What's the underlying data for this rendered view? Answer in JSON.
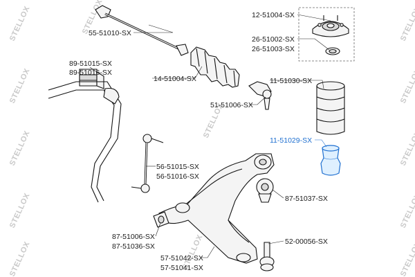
{
  "watermark": "STELLOX",
  "labels": {
    "l_55_51010": "55-51010-SX",
    "l_89_51015": "89-51015-SX",
    "l_89_51016": "89-51016-SX",
    "l_14_51004": "14-51004-SX",
    "l_12_51004": "12-51004-SX",
    "l_26_51002": "26-51002-SX",
    "l_26_51003": "26-51003-SX",
    "l_11_51030": "11-51030-SX",
    "l_51_51006": "51-51006-SX",
    "l_11_51029": "11-51029-SX",
    "l_56_51015": "56-51015-SX",
    "l_56_51016": "56-51016-SX",
    "l_87_51037": "87-51037-SX",
    "l_87_51006": "87-51006-SX",
    "l_87_51036": "87-51036-SX",
    "l_52_00056": "52-00056-SX",
    "l_57_51042": "57-51042-SX",
    "l_57_51041": "57-51041-SX"
  },
  "colors": {
    "highlight": "#1e6fd0",
    "text": "#1a1a1a",
    "watermark": "#c9c9c9"
  }
}
